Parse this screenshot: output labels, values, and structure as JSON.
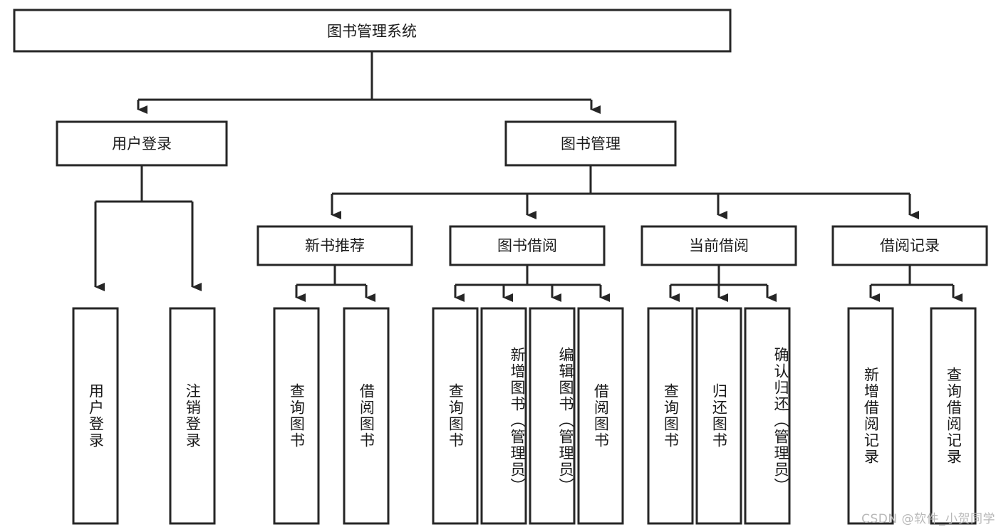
{
  "diagram": {
    "title": "图书管理系统",
    "type": "hierarchy-tree",
    "orientation": "top-down",
    "colors": {
      "box_fill": "#ffffff",
      "box_stroke": "#262626",
      "text": "#1a1a1a",
      "watermark": "#b8b8b8",
      "background": "#ffffff"
    },
    "levels": [
      {
        "level": 1,
        "nodes": [
          {
            "id": "root",
            "label": "图书管理系统",
            "orientation": "horizontal"
          }
        ]
      },
      {
        "level": 2,
        "nodes": [
          {
            "id": "login",
            "label": "用户登录",
            "orientation": "horizontal",
            "parent": "root"
          },
          {
            "id": "bookmgmt",
            "label": "图书管理",
            "orientation": "horizontal",
            "parent": "root"
          }
        ]
      },
      {
        "level": 3,
        "nodes": [
          {
            "id": "newbook",
            "label": "新书推荐",
            "orientation": "horizontal",
            "parent": "bookmgmt"
          },
          {
            "id": "borrow",
            "label": "图书借阅",
            "orientation": "horizontal",
            "parent": "bookmgmt"
          },
          {
            "id": "current",
            "label": "当前借阅",
            "orientation": "horizontal",
            "parent": "bookmgmt"
          },
          {
            "id": "records",
            "label": "借阅记录",
            "orientation": "horizontal",
            "parent": "bookmgmt"
          }
        ]
      },
      {
        "level": 4,
        "nodes": [
          {
            "id": "leaf1",
            "label": "用户登录",
            "orientation": "vertical",
            "parent": "login"
          },
          {
            "id": "leaf2",
            "label": "注销登录",
            "orientation": "vertical",
            "parent": "login"
          },
          {
            "id": "leaf3",
            "label": "查询图书",
            "orientation": "vertical",
            "parent": "newbook"
          },
          {
            "id": "leaf4",
            "label": "借阅图书",
            "orientation": "vertical",
            "parent": "newbook"
          },
          {
            "id": "leaf5",
            "label": "查询图书",
            "orientation": "vertical",
            "parent": "borrow"
          },
          {
            "id": "leaf6",
            "label": "新增图书（管理员）",
            "orientation": "vertical",
            "parent": "borrow"
          },
          {
            "id": "leaf7",
            "label": "编辑图书（管理员）",
            "orientation": "vertical",
            "parent": "borrow"
          },
          {
            "id": "leaf8",
            "label": "借阅图书",
            "orientation": "vertical",
            "parent": "borrow"
          },
          {
            "id": "leaf9",
            "label": "查询图书",
            "orientation": "vertical",
            "parent": "current"
          },
          {
            "id": "leaf10",
            "label": "归还图书",
            "orientation": "vertical",
            "parent": "current"
          },
          {
            "id": "leaf11",
            "label": "确认归还（管理员）",
            "orientation": "vertical",
            "parent": "current"
          },
          {
            "id": "leaf12",
            "label": "新增借阅记录",
            "orientation": "vertical",
            "parent": "records"
          },
          {
            "id": "leaf13",
            "label": "查询借阅记录",
            "orientation": "vertical",
            "parent": "records"
          }
        ]
      }
    ]
  },
  "watermark": {
    "text": "CSDN @软件_小贺同学"
  }
}
